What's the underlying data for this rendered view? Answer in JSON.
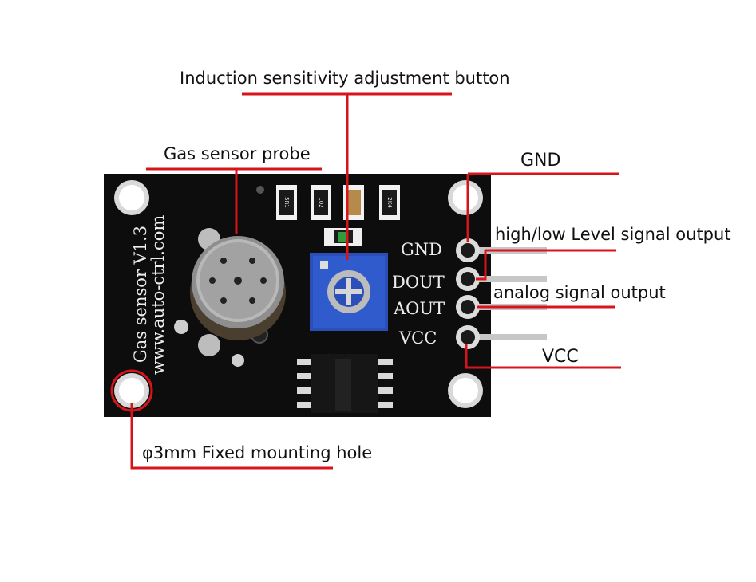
{
  "board": {
    "model_text": "Gas sensor V1.3",
    "url_text": "www.auto-ctrl.com",
    "pins": [
      "GND",
      "DOUT",
      "AOUT",
      "VCC"
    ],
    "resistor_codes": [
      "5R1",
      "102",
      "2K4"
    ]
  },
  "callouts": {
    "potentiometer": "Induction sensitivity adjustment button",
    "probe": "Gas sensor probe",
    "gnd": "GND",
    "dout": "high/low Level signal output",
    "aout": "analog signal output",
    "vcc": "VCC",
    "hole": "φ3mm Fixed mounting hole"
  },
  "colors": {
    "pcb": "#0d0d0d",
    "callout": "#d8141b",
    "pot": "#2a4fb8",
    "silk": "#ececec"
  }
}
